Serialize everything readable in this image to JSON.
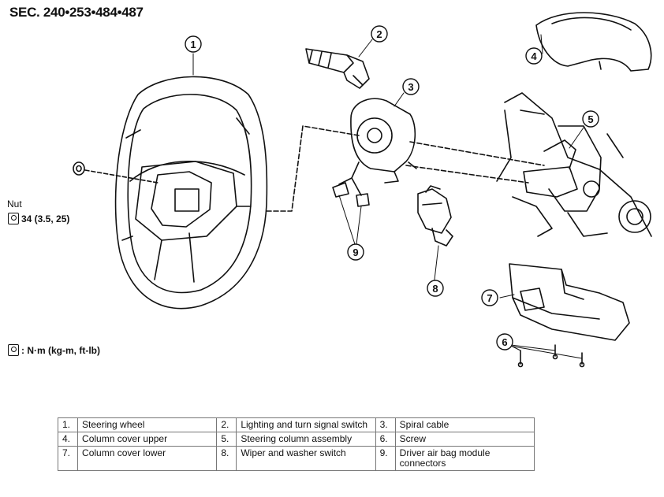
{
  "header": {
    "section": "SEC. 240•253•484•487"
  },
  "callouts": [
    "1",
    "2",
    "3",
    "4",
    "5",
    "6",
    "7",
    "8",
    "9"
  ],
  "nut": {
    "label": "Nut",
    "torque": "34 (3.5, 25)"
  },
  "units_legend": ": N·m (kg-m, ft-lb)",
  "parts_table": {
    "rows": [
      [
        {
          "n": "1.",
          "d": "Steering wheel"
        },
        {
          "n": "2.",
          "d": "Lighting and turn signal switch"
        },
        {
          "n": "3.",
          "d": "Spiral cable"
        }
      ],
      [
        {
          "n": "4.",
          "d": "Column cover upper"
        },
        {
          "n": "5.",
          "d": "Steering column assembly"
        },
        {
          "n": "6.",
          "d": "Screw"
        }
      ],
      [
        {
          "n": "7.",
          "d": "Column cover lower"
        },
        {
          "n": "8.",
          "d": "Wiper and washer switch"
        },
        {
          "n": "9.",
          "d": "Driver air bag module connectors"
        }
      ]
    ]
  }
}
